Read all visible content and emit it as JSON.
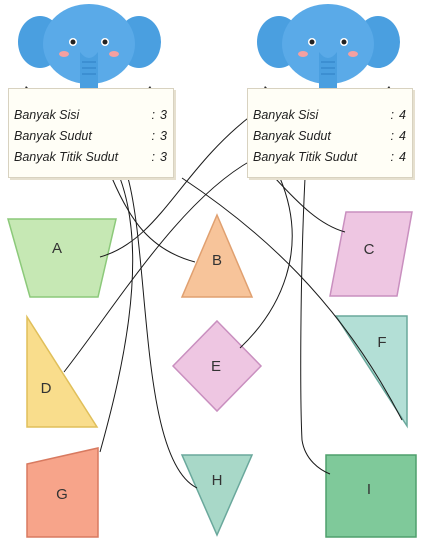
{
  "cards": [
    {
      "rows": [
        {
          "label": "Banyak Sisi",
          "colon": ":",
          "value": "3"
        },
        {
          "label": "Banyak Sudut",
          "colon": ":",
          "value": "3"
        },
        {
          "label": "Banyak Titik Sudut",
          "colon": ":",
          "value": "3"
        }
      ]
    },
    {
      "rows": [
        {
          "label": "Banyak Sisi",
          "colon": ":",
          "value": "4"
        },
        {
          "label": "Banyak Sudut",
          "colon": ":",
          "value": "4"
        },
        {
          "label": "Banyak Titik Sudut",
          "colon": ":",
          "value": "4"
        }
      ]
    }
  ],
  "shapes": [
    {
      "id": "A",
      "kind": "trapezoid",
      "color": "#c6e8b4",
      "stroke": "#8cc97a"
    },
    {
      "id": "B",
      "kind": "triangle",
      "color": "#f7c49a",
      "stroke": "#e0a070"
    },
    {
      "id": "C",
      "kind": "parallelogram",
      "color": "#eec6e2",
      "stroke": "#c98fbf"
    },
    {
      "id": "D",
      "kind": "right-triangle",
      "color": "#f9dd8c",
      "stroke": "#e0bf5a"
    },
    {
      "id": "E",
      "kind": "rhombus",
      "color": "#eec6e2",
      "stroke": "#c98fbf"
    },
    {
      "id": "F",
      "kind": "right-triangle",
      "color": "#b3dfd6",
      "stroke": "#6aa89c"
    },
    {
      "id": "G",
      "kind": "quadrilateral",
      "color": "#f7a48a",
      "stroke": "#d87a60"
    },
    {
      "id": "H",
      "kind": "inverted-triangle",
      "color": "#a8d8c8",
      "stroke": "#6aa89c"
    },
    {
      "id": "I",
      "kind": "square",
      "color": "#7fc99a",
      "stroke": "#4e9f6c"
    }
  ],
  "colors": {
    "elephant": "#4a9fe0",
    "elephant_dark": "#2f7fc4",
    "line": "#1a1a1a"
  }
}
